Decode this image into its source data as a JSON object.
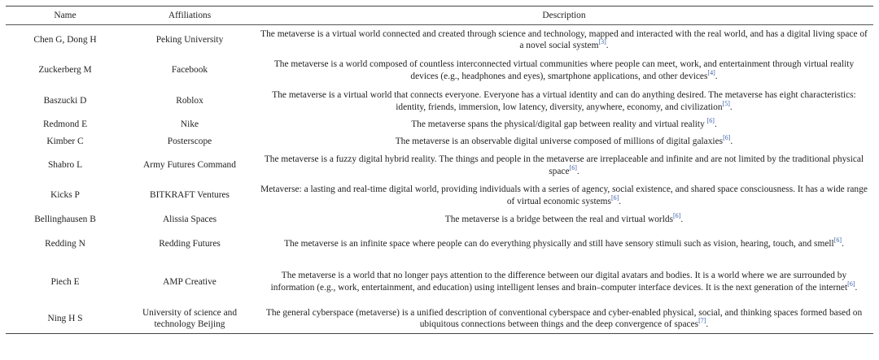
{
  "table": {
    "headers": [
      "Name",
      "Affiliations",
      "Description"
    ],
    "rows": [
      {
        "name": "Chen G, Dong H",
        "affiliation": "Peking University",
        "description": "The metaverse is a virtual world connected and created through science and technology, mapped and interacted with the real world, and has a digital living space of a novel social system",
        "ref": "[3]",
        "after": ".",
        "height": 37
      },
      {
        "name": "Zuckerberg M",
        "affiliation": "Facebook",
        "description": "The metaverse is a world composed of countless interconnected virtual communities where people can meet, work, and entertainment through virtual reality devices (e.g., headphones and eyes), smartphone applications, and other devices",
        "ref": "[4]",
        "after": ".",
        "height": 38
      },
      {
        "name": "Baszucki D",
        "affiliation": "Roblox",
        "description": "The metaverse is a virtual world that connects everyone. Everyone has a virtual identity and can do anything desired. The metaverse has eight characteristics: identity, friends, immersion, low latency, diversity, anywhere, economy, and civilization",
        "ref": "[5]",
        "after": ".",
        "height": 38
      },
      {
        "name": "Redmond E",
        "affiliation": "Nike",
        "description": "The metaverse spans the physical/digital gap between reality and virtual reality ",
        "ref": "[6]",
        "after": ".",
        "height": 20
      },
      {
        "name": "Kimber C",
        "affiliation": "Posterscope",
        "description": "The metaverse is an observable digital universe composed of millions of digital galaxies",
        "ref": "[6]",
        "after": ".",
        "height": 22
      },
      {
        "name": "Shabro L",
        "affiliation": "Army Futures Command",
        "description": "The metaverse is a fuzzy digital hybrid reality. The things and people in the metaverse are irreplaceable and infinite and are not limited by the traditional physical space",
        "ref": "[6]",
        "after": ".",
        "height": 36
      },
      {
        "name": "Kicks P",
        "affiliation": "BITKRAFT Ventures",
        "description": "Metaverse: a lasting and real-time digital world, providing individuals with a series of agency, social existence, and shared space consciousness. It has a wide range of virtual economic systems",
        "ref": "[6]",
        "after": ".",
        "height": 38
      },
      {
        "name": "Bellinghausen B",
        "affiliation": "Alissia Spaces",
        "description": "The metaverse is a bridge between the real and virtual worlds",
        "ref": "[6]",
        "after": ".",
        "height": 22
      },
      {
        "name": "Redding N",
        "affiliation": "Redding Futures",
        "description": "The metaverse is an infinite space where people can do everything physically and still have sensory stimuli such as vision, hearing, touch, and smell",
        "ref": "[6]",
        "after": ".",
        "height": 38
      },
      {
        "name": "Piech E",
        "affiliation": "AMP Creative",
        "description": "The metaverse is a world that no longer pays attention to the difference between our digital avatars and bodies. It is a world where we are surrounded by information (e.g., work, entertainment, and education) using intelligent lenses and brain–computer interface devices. It is the next generation of the internet",
        "ref": "[6]",
        "after": ".",
        "height": 55
      },
      {
        "name": "Ning H S",
        "affiliation": "University of science and technology Beijing",
        "description": "The general cyberspace (metaverse) is a unified description of conventional cyberspace and cyber-enabled physical, social, and thinking spaces formed based on ubiquitous connections between things and the deep convergence of spaces",
        "ref": "[7]",
        "after": ".",
        "height": 36
      }
    ]
  }
}
